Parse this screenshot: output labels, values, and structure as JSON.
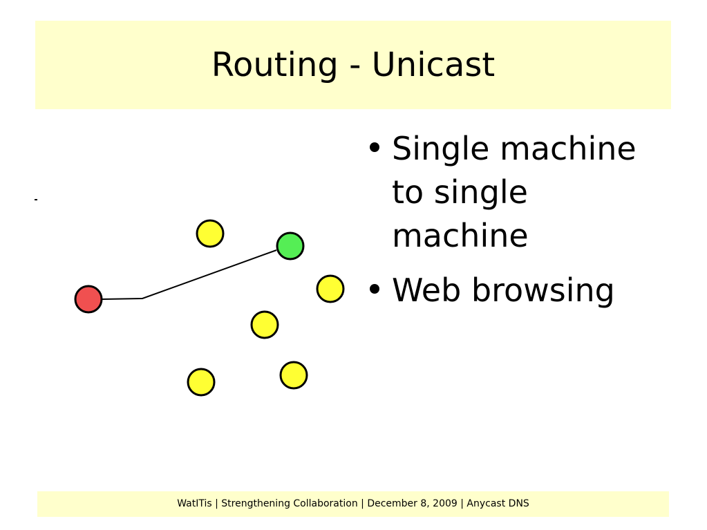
{
  "slide": {
    "title": "Routing - Unicast",
    "bullets": [
      "Single machine to single machine",
      "Web browsing"
    ],
    "footer": "WatITis | Strengthening Collaboration | December 8, 2009 | Anycast DNS"
  },
  "diagram": {
    "nodes": [
      {
        "role": "source",
        "color": "#f05050"
      },
      {
        "role": "destination",
        "color": "#55ee55"
      },
      {
        "role": "other",
        "color": "#ffff33"
      },
      {
        "role": "other",
        "color": "#ffff33"
      },
      {
        "role": "other",
        "color": "#ffff33"
      },
      {
        "role": "other",
        "color": "#ffff33"
      },
      {
        "role": "other",
        "color": "#ffff33"
      }
    ]
  },
  "colors": {
    "band": "#ffffcc",
    "source": "#f05050",
    "destination": "#55ee55",
    "node": "#ffff33"
  }
}
